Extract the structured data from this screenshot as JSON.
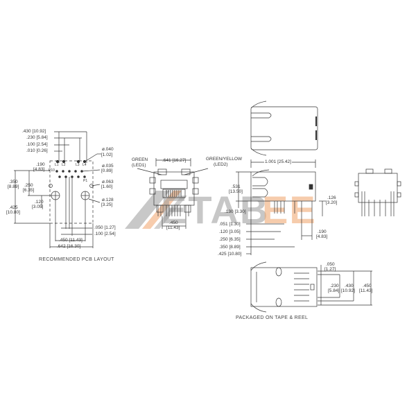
{
  "watermark": {
    "text_grey": "ETAB",
    "text_orange": "EE",
    "grey": "#9a9a9a",
    "orange": "#f0a36a"
  },
  "pcb_layout": {
    "caption": "RECOMMENDED PCB LAYOUT",
    "dims": {
      "d430": ".430 [10.92]",
      "d230": ".230 [5.84]",
      "d100a": ".100 [2.54]",
      "d010": ".010 [0.26]",
      "d190a": ".190",
      "d190b": "[4.83]",
      "d350a": ".350",
      "d350b": "[8.89]",
      "d250a": ".250",
      "d250b": "[6.35]",
      "d120a": ".120",
      "d120b": "[3.05]",
      "d425a": ".425",
      "d425b": "[10.80]",
      "phi040a": "ø.040",
      "phi040b": "[1.02]",
      "phi035a": "ø.035",
      "phi035b": "[0.89]",
      "phi063a": "ø.063",
      "phi063b": "[1.60]",
      "phi128a": "ø.128",
      "phi128b": "[3.25]",
      "d050": ".050 [1.27]",
      "d100b": ".100 [2.54]",
      "d450": ".450 [11.43]",
      "d642": ".642 [16.30]"
    },
    "pins": {
      "l1": "L1",
      "l2": "L2",
      "l3": "L3",
      "l4": "L4",
      "p10": "P10",
      "p1": "P1"
    }
  },
  "front_view": {
    "led1_a": "GREEN",
    "led1_b": "(LED1)",
    "led2_a": "GREEN/YELLOW",
    "led2_b": "(LED2)",
    "d641": ".641 [16.27]",
    "d450a": ".450",
    "d450b": "[11.43]"
  },
  "side_view": {
    "d1001": "1.001 [25.42]",
    "d531a": ".531",
    "d531b": "[13.50]",
    "d130": ".130 [3.30]",
    "d126a": ".126",
    "d126b": "[3.20]",
    "d051": ".051 [1.30]",
    "d120": ".120 [3.05]",
    "d250": ".250 [6.35]",
    "d350": ".350 [8.89]",
    "d425": ".425 [10.80]",
    "d190a": ".190",
    "d190b": "[4.83]"
  },
  "bottom_view": {
    "caption": "PACKAGED ON TAPE & REEL",
    "d050a": ".050",
    "d050b": "[1.27]",
    "d230a": ".230",
    "d230b": "[5.84]",
    "d430a": ".430",
    "d430b": "[10.92]",
    "d450a": ".450",
    "d450b": "[11.43]"
  }
}
